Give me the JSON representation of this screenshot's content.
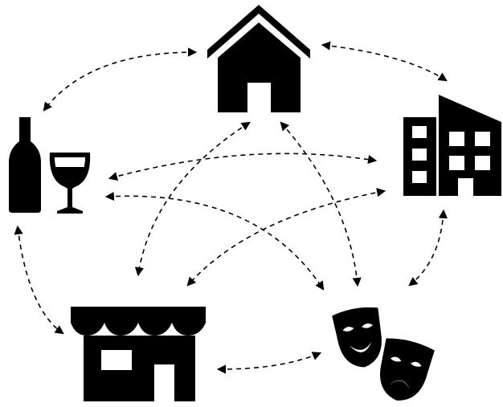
{
  "diagram": {
    "nodes": [
      {
        "id": "home",
        "icon": "house-icon"
      },
      {
        "id": "office",
        "icon": "office-building-icon"
      },
      {
        "id": "bar",
        "icon": "wine-bottle-glass-icon"
      },
      {
        "id": "shop",
        "icon": "storefront-icon"
      },
      {
        "id": "theatre",
        "icon": "theatre-masks-icon"
      }
    ],
    "edges": [
      {
        "from": "home",
        "to": "bar",
        "style": "dashed",
        "arrows": "both"
      },
      {
        "from": "home",
        "to": "office",
        "style": "dashed",
        "arrows": "both"
      },
      {
        "from": "home",
        "to": "shop",
        "style": "dashed",
        "arrows": "both"
      },
      {
        "from": "home",
        "to": "theatre",
        "style": "dashed",
        "arrows": "both"
      },
      {
        "from": "bar",
        "to": "office",
        "style": "dashed",
        "arrows": "both"
      },
      {
        "from": "bar",
        "to": "theatre",
        "style": "dashed",
        "arrows": "both"
      },
      {
        "from": "bar",
        "to": "shop",
        "style": "dashed",
        "arrows": "both"
      },
      {
        "from": "office",
        "to": "shop",
        "style": "dashed",
        "arrows": "both"
      },
      {
        "from": "office",
        "to": "theatre",
        "style": "dashed",
        "arrows": "both"
      },
      {
        "from": "shop",
        "to": "theatre",
        "style": "dashed",
        "arrows": "both"
      }
    ],
    "colors": {
      "ink": "#000000",
      "background": "#ffffff"
    }
  }
}
